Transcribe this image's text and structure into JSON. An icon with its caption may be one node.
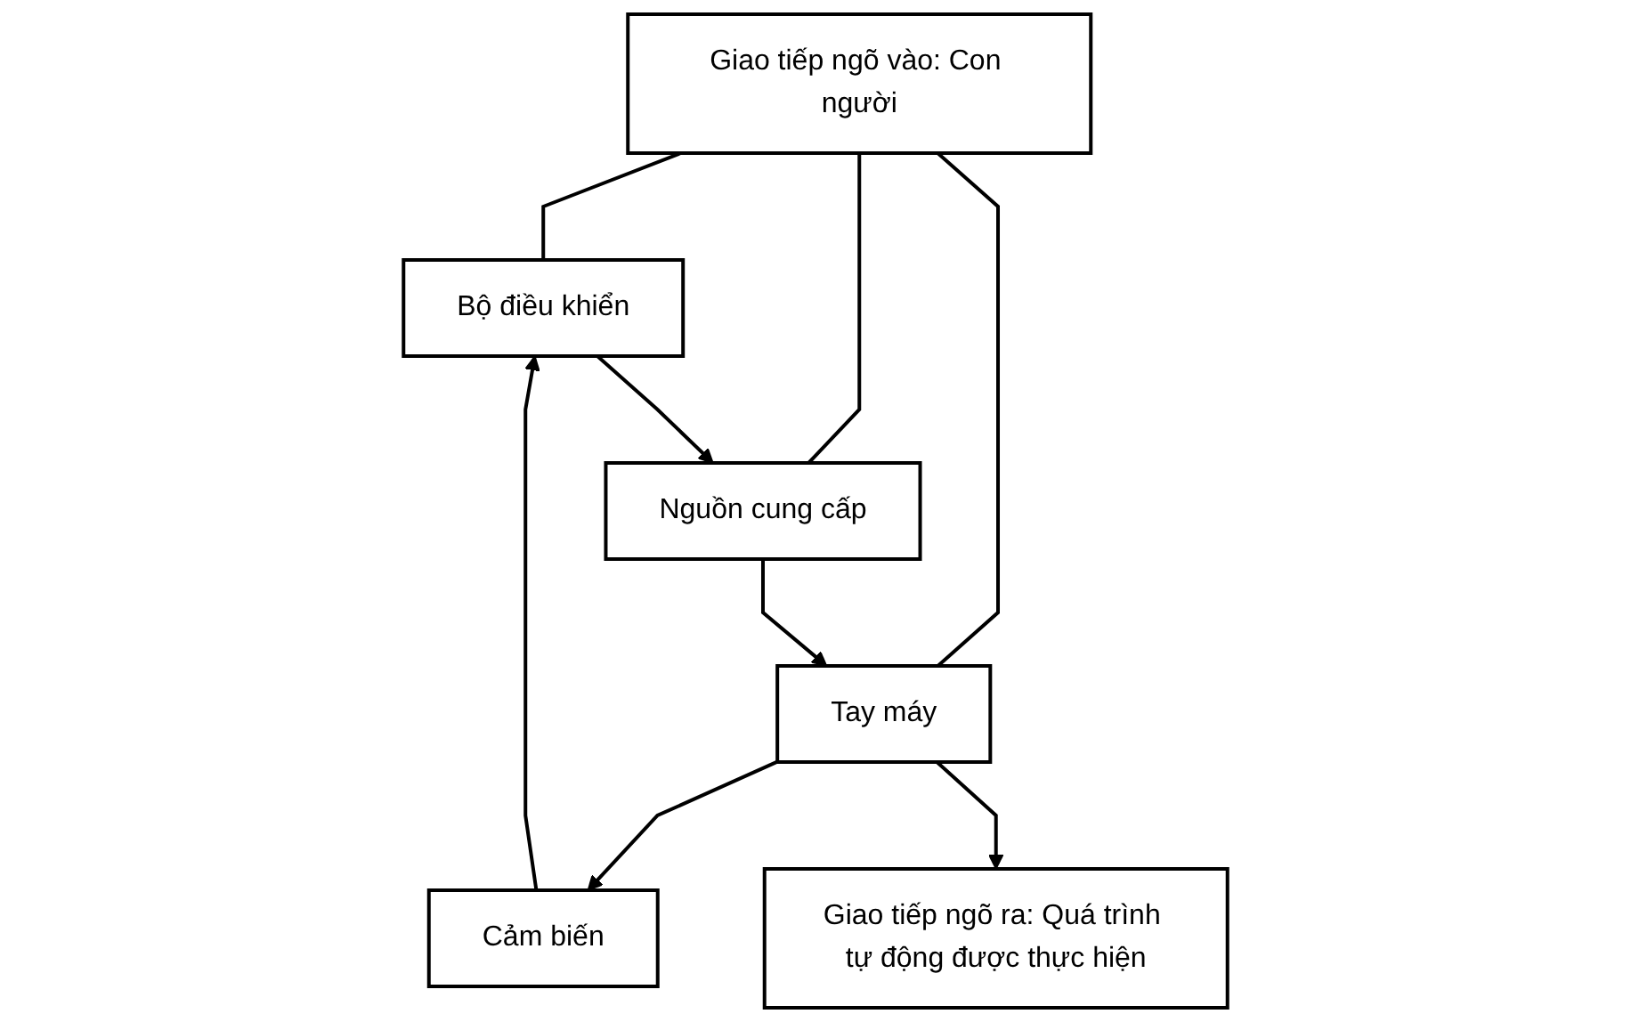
{
  "diagram": {
    "nodes": [
      {
        "text": [
          "Giao tiếp ngõ vào: Con người"
        ]
      },
      {
        "text": [
          "Bộ điều khiển"
        ]
      },
      {
        "text": [
          "Nguồn cung cấp"
        ]
      },
      {
        "text": [
          "Tay máy"
        ]
      },
      {
        "text": [
          "Cảm biến"
        ]
      },
      {
        "text": [
          "Giao tiếp ngõ ra: Quá trình tự động được thực hiện"
        ]
      }
    ],
    "edges": [
      {
        "from": 0,
        "to": 1,
        "arrow": "none"
      },
      {
        "from": 0,
        "to": 2,
        "arrow": "none"
      },
      {
        "from": 0,
        "to": 3,
        "arrow": "none"
      },
      {
        "from": 1,
        "to": 2,
        "arrow": "to"
      },
      {
        "from": 2,
        "to": 3,
        "arrow": "to"
      },
      {
        "from": 3,
        "to": 4,
        "arrow": "to"
      },
      {
        "from": 3,
        "to": 5,
        "arrow": "to"
      },
      {
        "from": 4,
        "to": 1,
        "arrow": "to"
      }
    ]
  }
}
